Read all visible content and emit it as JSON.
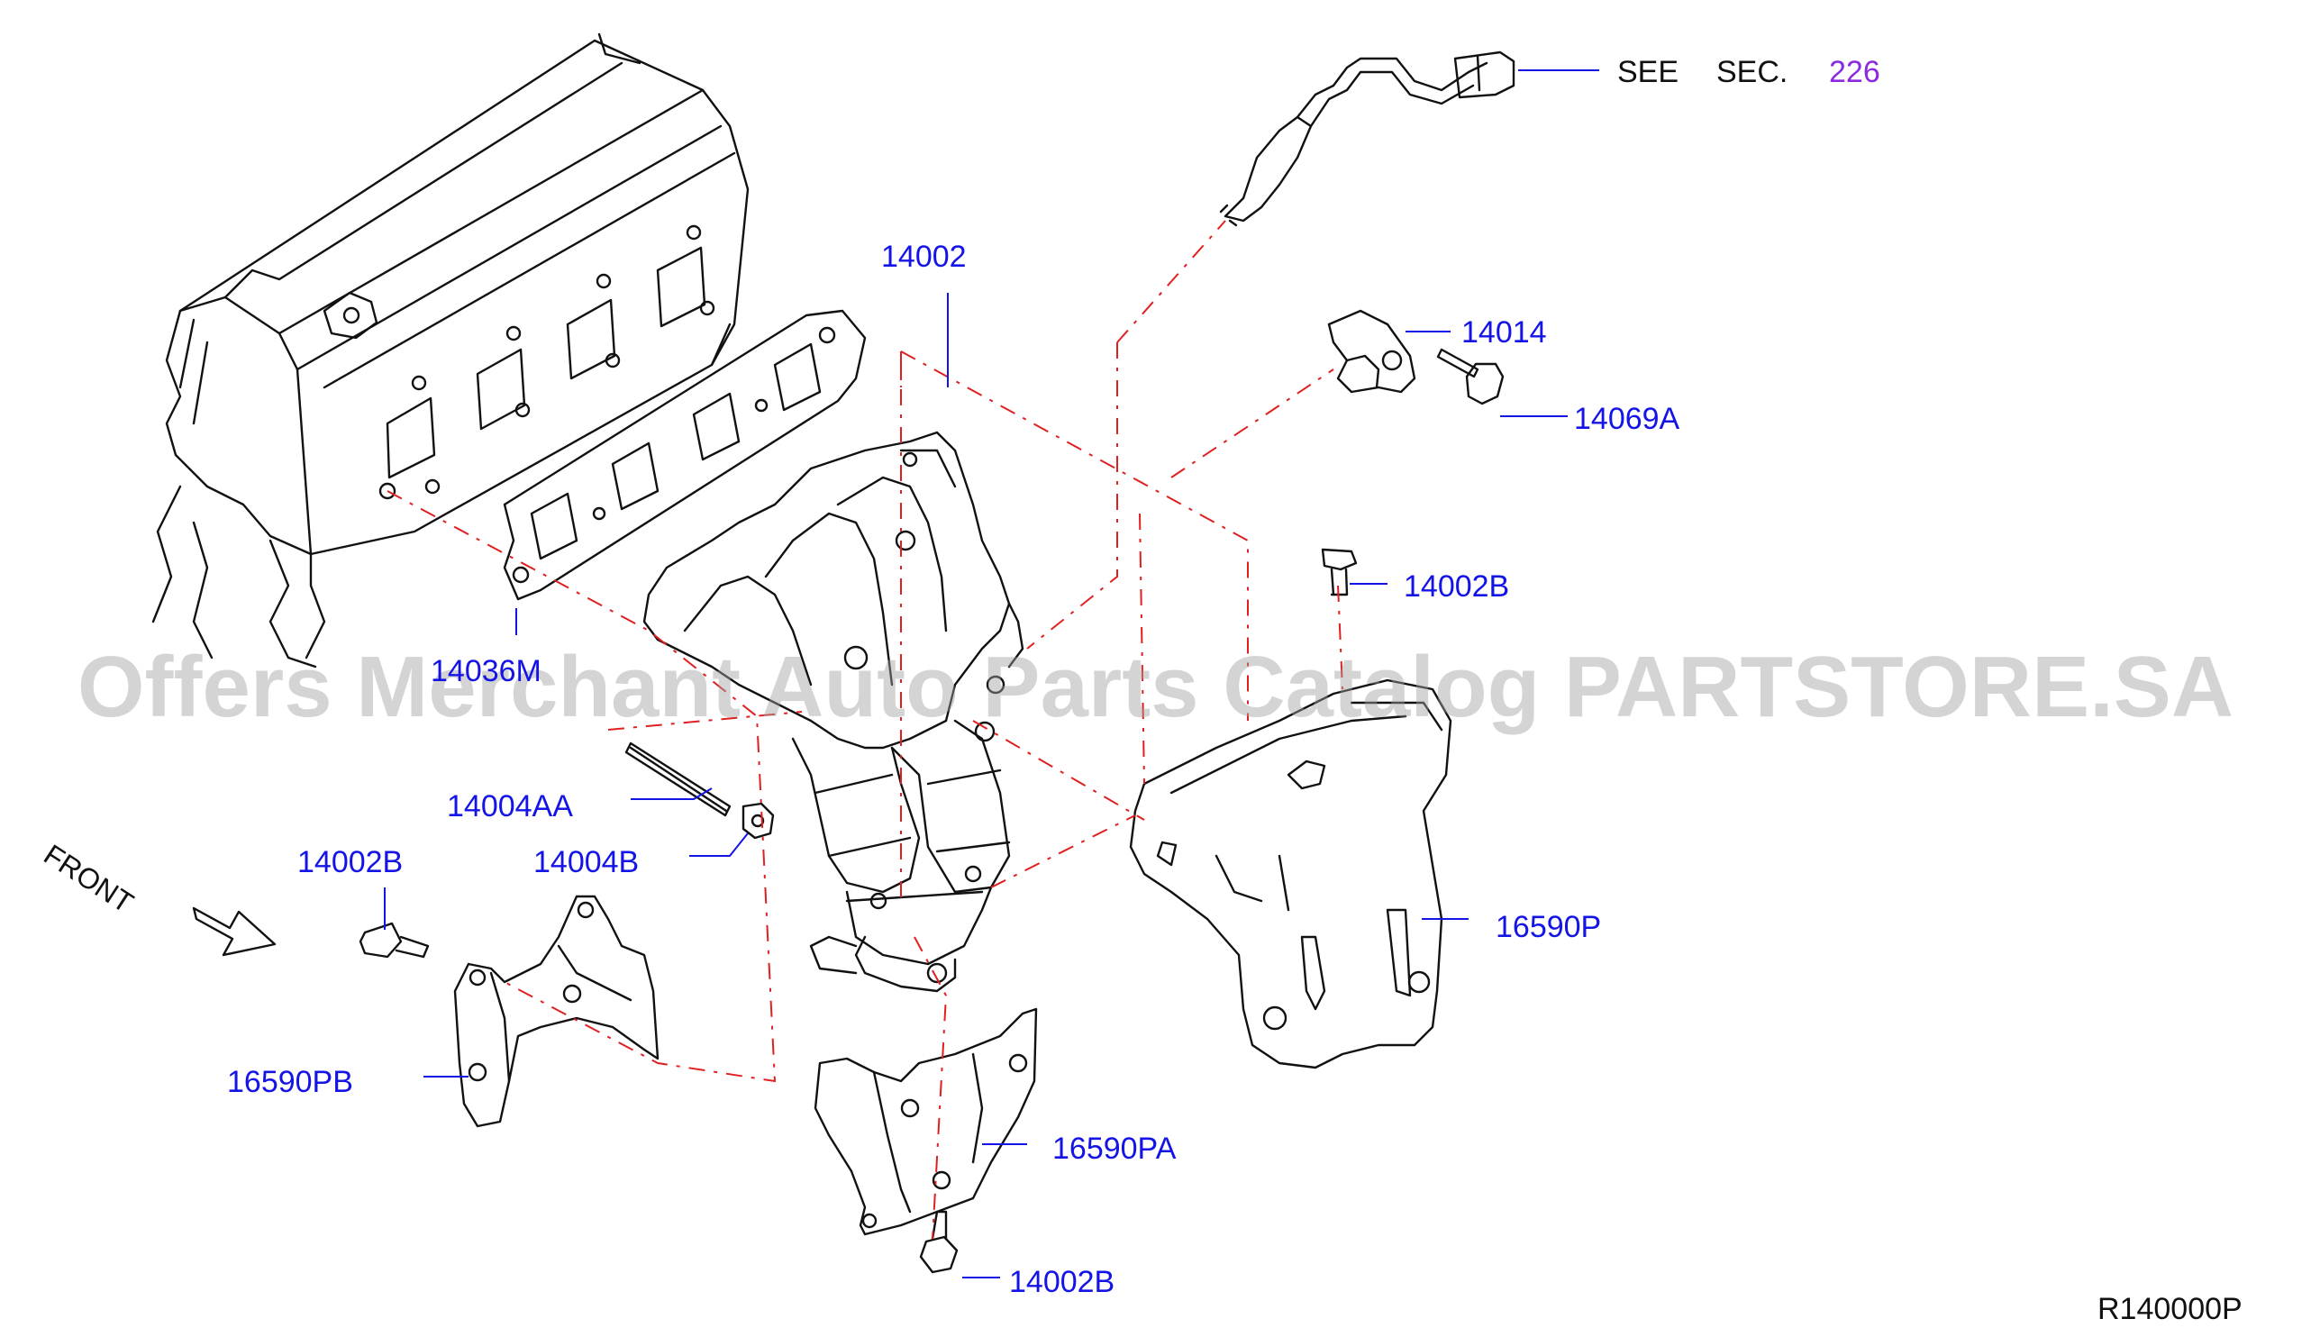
{
  "colors": {
    "line": "#111111",
    "label": "#1414e6",
    "leader": "#1414e6",
    "phantom": "#e02020",
    "section_ref": "#8a2be2",
    "watermark": "#a0a0a0"
  },
  "labels": {
    "p14002": "14002",
    "p14014": "14014",
    "p14069a": "14069A",
    "p14002b_right": "14002B",
    "p14036m": "14036M",
    "p14004aa": "14004AA",
    "p14004b": "14004B",
    "p14002b_left": "14002B",
    "p16590p": "16590P",
    "p16590pb": "16590PB",
    "p16590pa": "16590PA",
    "p14002b_bottom": "14002B"
  },
  "see_ref": {
    "see": "SEE",
    "sec": "SEC.",
    "number": "226"
  },
  "front_label": "FRONT",
  "diagram_code": "R140000P",
  "watermark": "Offers Merchant Auto Parts Catalog PARTSTORE.SA",
  "icons": [
    "front-arrow-icon"
  ]
}
